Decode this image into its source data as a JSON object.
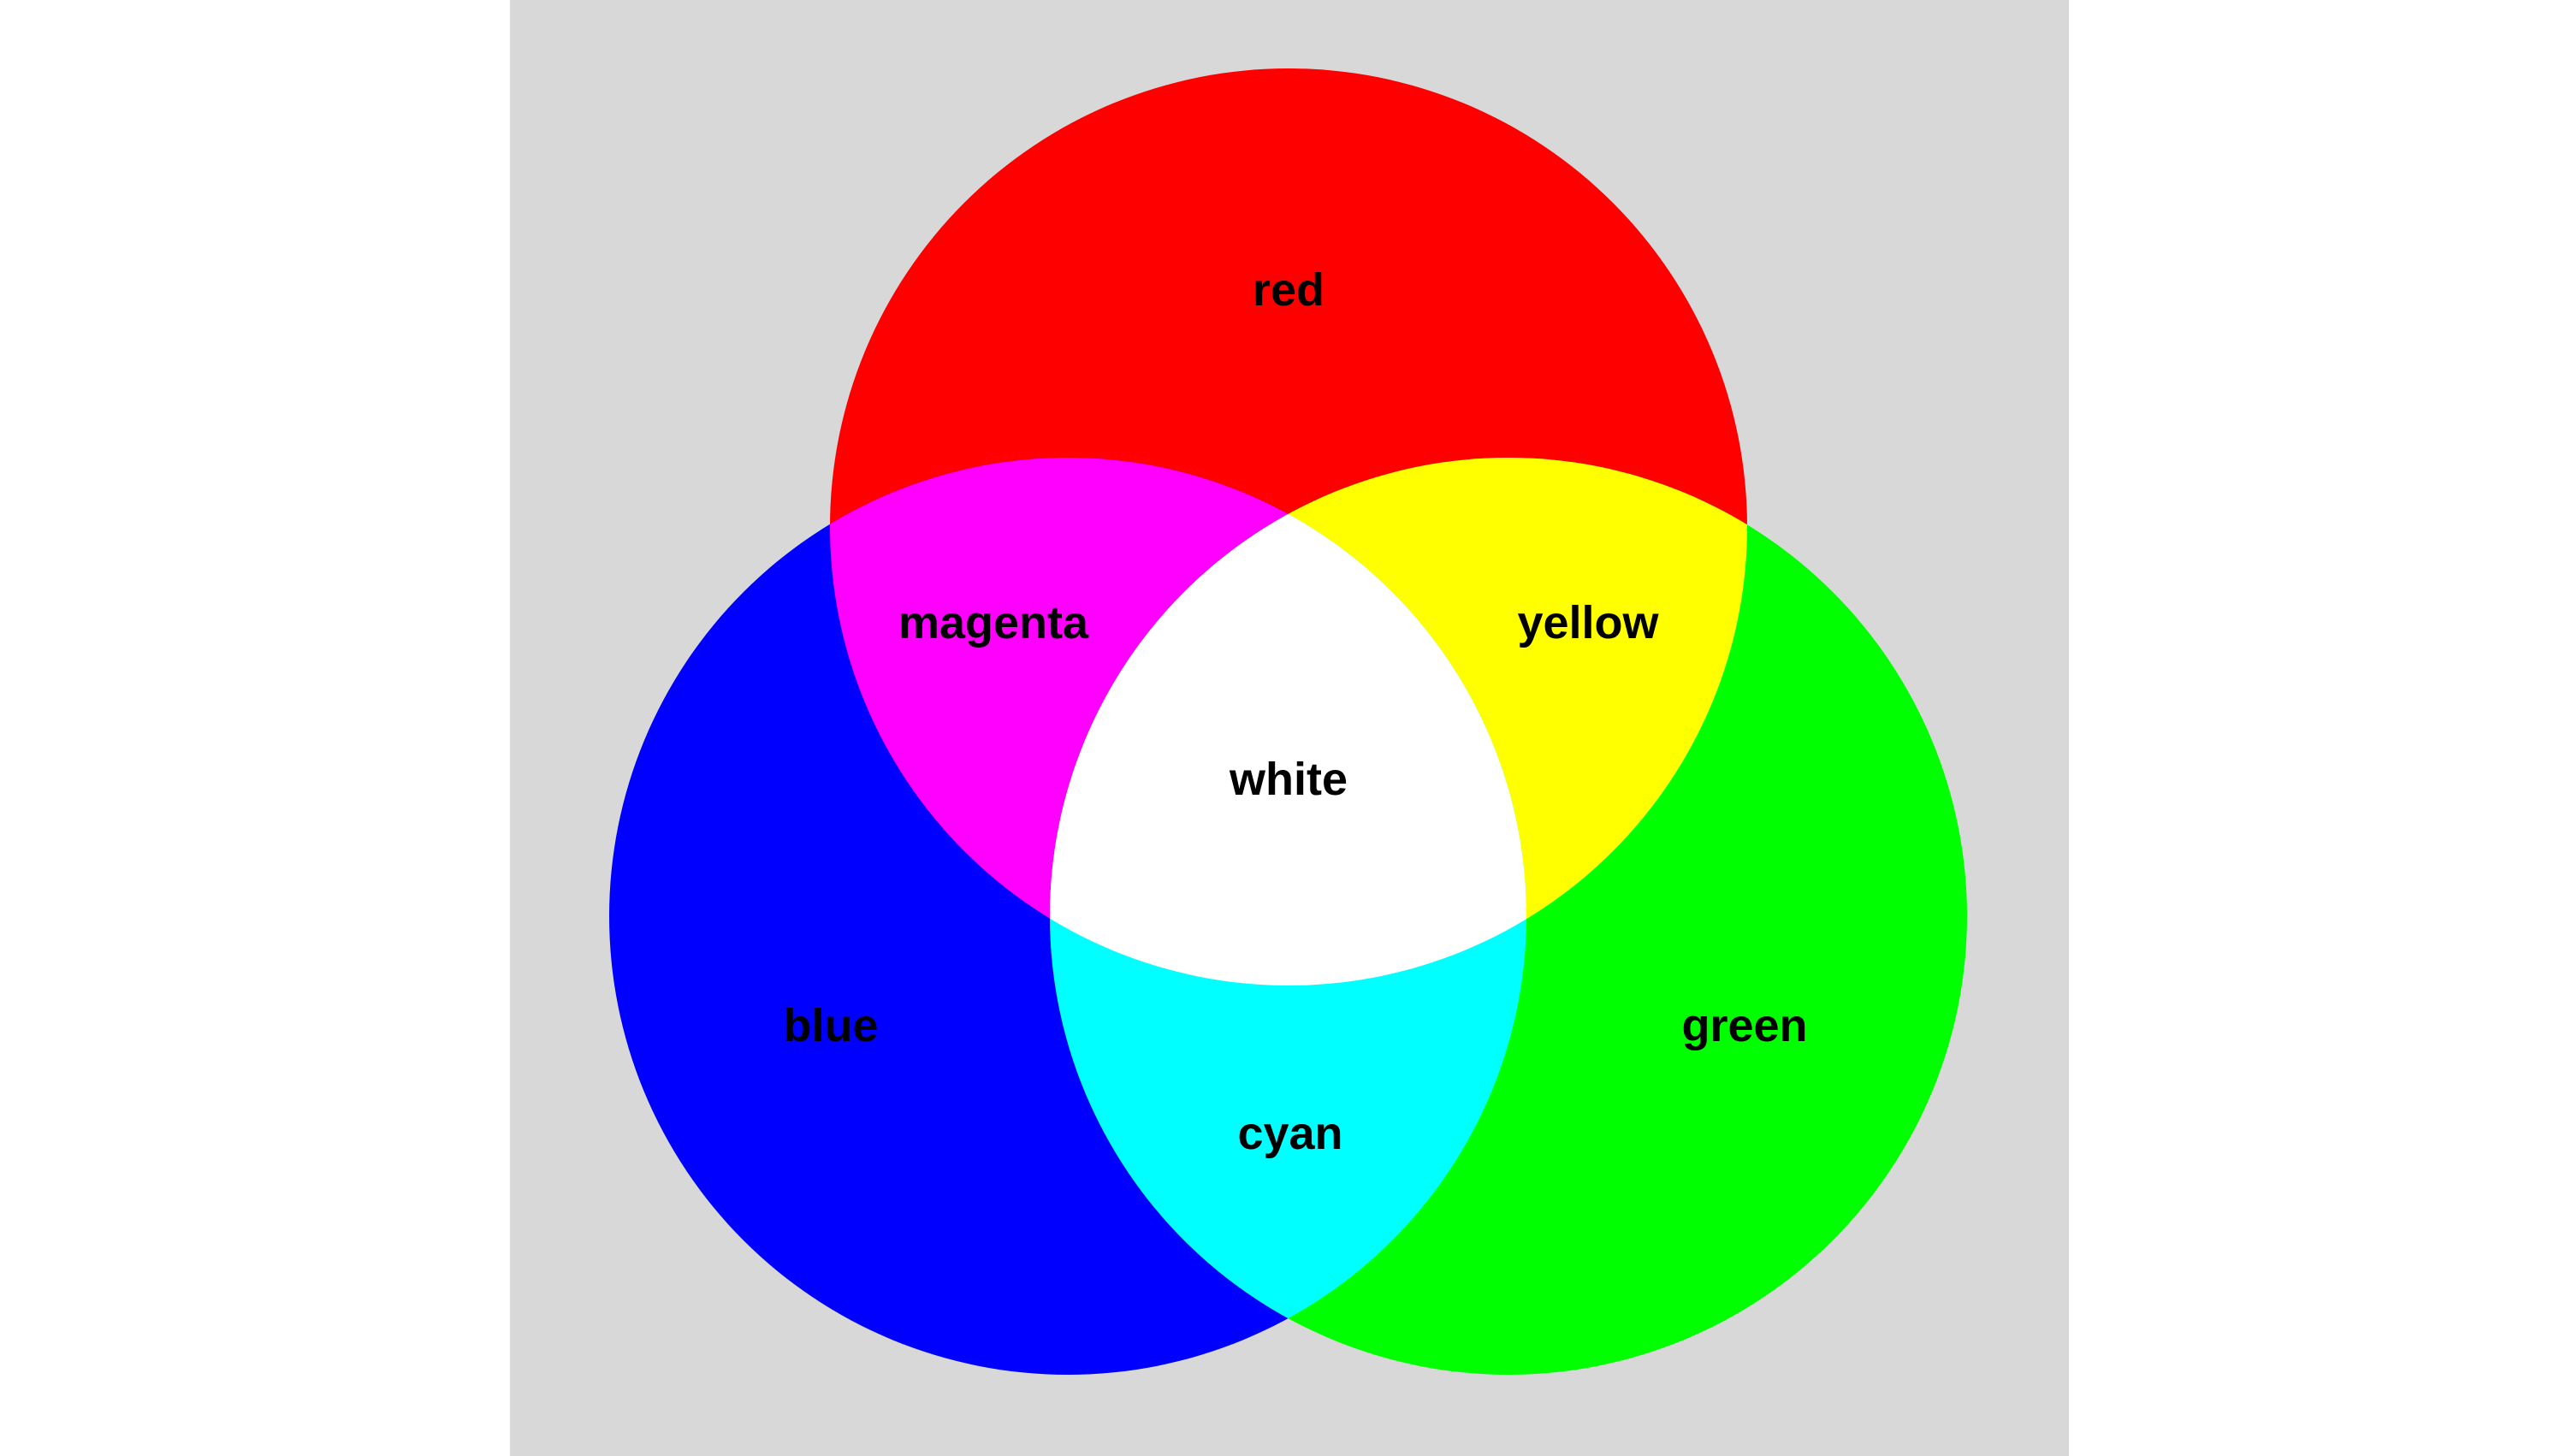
{
  "diagram": {
    "background": "#d8d8d8",
    "page_background": "#ffffff",
    "circles": [
      {
        "id": "red",
        "label": "red",
        "color": "#ff0000"
      },
      {
        "id": "blue",
        "label": "blue",
        "color": "#0000ff"
      },
      {
        "id": "green",
        "label": "green",
        "color": "#00ff00"
      }
    ],
    "overlaps": [
      {
        "id": "magenta",
        "label": "magenta",
        "color": "#ff00ff",
        "of": [
          "red",
          "blue"
        ]
      },
      {
        "id": "yellow",
        "label": "yellow",
        "color": "#ffff00",
        "of": [
          "red",
          "green"
        ]
      },
      {
        "id": "cyan",
        "label": "cyan",
        "color": "#00ffff",
        "of": [
          "blue",
          "green"
        ]
      },
      {
        "id": "white",
        "label": "white",
        "color": "#ffffff",
        "of": [
          "red",
          "blue",
          "green"
        ]
      }
    ]
  }
}
